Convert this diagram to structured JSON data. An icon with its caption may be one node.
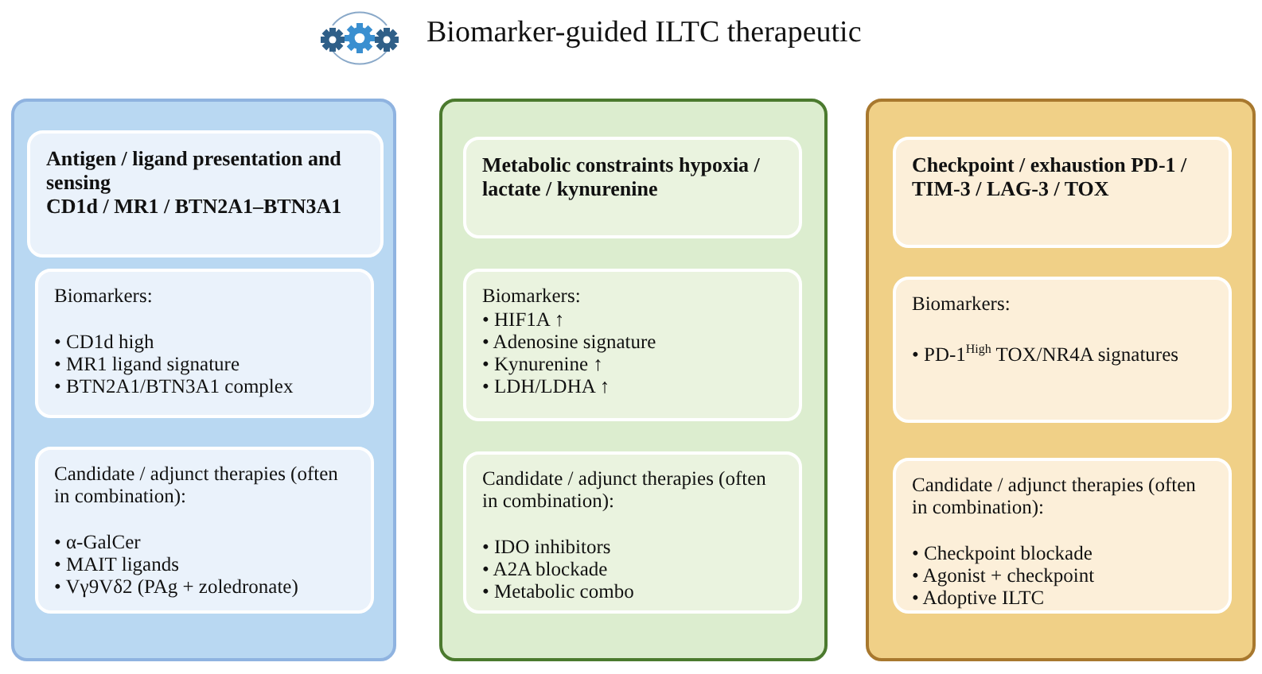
{
  "diagram": {
    "title": "Biomarker-guided ILTC therapeutic",
    "nodes": [
      {
        "text": [],
        "shape": "box"
      },
      {
        "text": [
          "Antigen / ligand presentation and sensing",
          "CD1d / MR1 / BTN2A1–BTN3A1"
        ],
        "in": 0
      },
      {
        "text": [
          "Biomarkers:",
          "• CD1d high",
          "• MR1 ligand signature",
          "• BTN2A1/BTN3A1 complex"
        ],
        "in": 0
      },
      {
        "text": [
          "Candidate / adjunct therapies (often in combination):",
          "• α-GalCer",
          "• MAIT ligands",
          "• Vγ9Vδ2 (PAg + zoledronate)"
        ],
        "in": 0
      },
      {
        "text": [],
        "shape": "box"
      },
      {
        "text": [
          "Metabolic constraints hypoxia / lactate / kynurenine"
        ],
        "in": 4
      },
      {
        "text": [
          "Biomarkers:",
          "• HIF1A ↑",
          "• Adenosine signature",
          "• Kynurenine ↑",
          "• LDH/LDHA ↑"
        ],
        "in": 4
      },
      {
        "text": [
          "Candidate / adjunct therapies (often in combination):",
          "• IDO inhibitors",
          "• A2A blockade",
          "• Metabolic combo"
        ],
        "in": 4
      },
      {
        "text": [],
        "shape": "box"
      },
      {
        "text": [
          "Checkpoint / exhaustion PD-1 / TIM-3 / LAG-3 / TOX"
        ],
        "in": 8
      },
      {
        "text": [
          "Biomarkers:",
          "• PD-1$^{High}$ TOX/NR4A signatures"
        ],
        "in": 8
      },
      {
        "text": [
          "Candidate / adjunct therapies (often in combination):",
          "• Checkpoint blockade",
          "• Agonist + checkpoint",
          "• Adoptive ILTC"
        ],
        "in": 8
      }
    ]
  }
}
